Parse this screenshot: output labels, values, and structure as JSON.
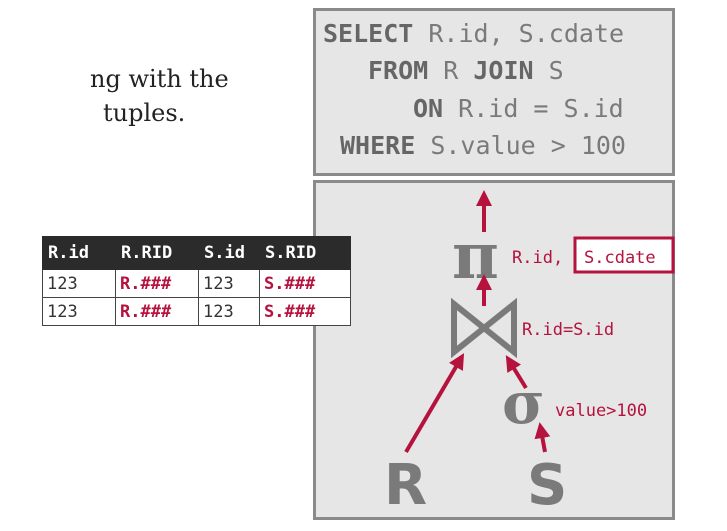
{
  "partial_text": {
    "line1": "ng with the",
    "line2": "tuples."
  },
  "sql": {
    "lines": [
      {
        "kw": "SELECT",
        "rest": " R.id, S.cdate"
      },
      {
        "kw": "FROM",
        "rest": " R ",
        "kw2": "JOIN",
        "rest2": " S"
      },
      {
        "kw": "ON",
        "rest": " R.id = S.id"
      },
      {
        "kw": "WHERE",
        "rest": " S.value > 100"
      }
    ]
  },
  "table": {
    "headers": [
      "R.id",
      "R.RID",
      "S.id",
      "S.RID"
    ],
    "rows": [
      [
        "123",
        "R.###",
        "123",
        "S.###"
      ],
      [
        "123",
        "R.###",
        "123",
        "S.###"
      ]
    ]
  },
  "plan": {
    "pi_symbol": "π",
    "projection_prefix": "R.id,",
    "projection_highlight": "S.cdate",
    "join_condition": "R.id=S.id",
    "sigma_symbol": "σ",
    "selection_condition": "value>100",
    "left_relation": "R",
    "right_relation": "S"
  },
  "colors": {
    "accent": "#b5123e",
    "operator_gray": "#7a7a7a",
    "panel_bg": "#e6e6e6"
  }
}
